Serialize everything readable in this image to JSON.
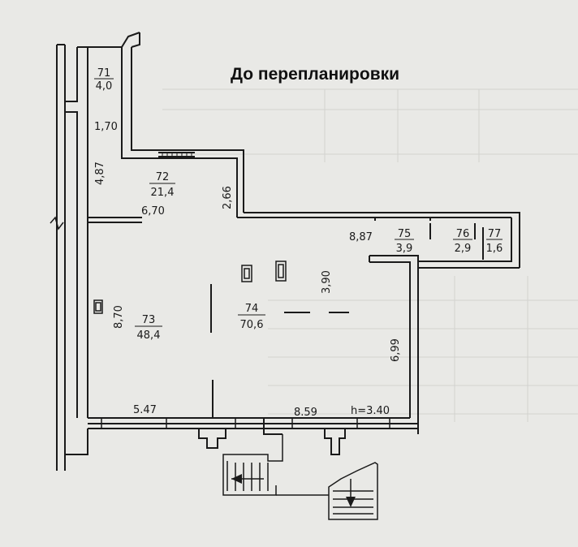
{
  "title": "До перепланировки",
  "rooms": [
    {
      "num": "71",
      "area": "4,0"
    },
    {
      "num": "72",
      "area": "21,4"
    },
    {
      "num": "73",
      "area": "48,4"
    },
    {
      "num": "74",
      "area": "70,6"
    },
    {
      "num": "75",
      "area": "3,9"
    },
    {
      "num": "76",
      "area": "2,9"
    },
    {
      "num": "77",
      "area": "1,6"
    }
  ],
  "dimensions": {
    "d170": "1,70",
    "d487": "4,87",
    "d266": "2,66",
    "d670": "6,70",
    "d887": "8,87",
    "d390": "3,90",
    "d870": "8,70",
    "d699": "6,99",
    "d547": "5.47",
    "d859": "8.59",
    "height": "h=3.40"
  }
}
